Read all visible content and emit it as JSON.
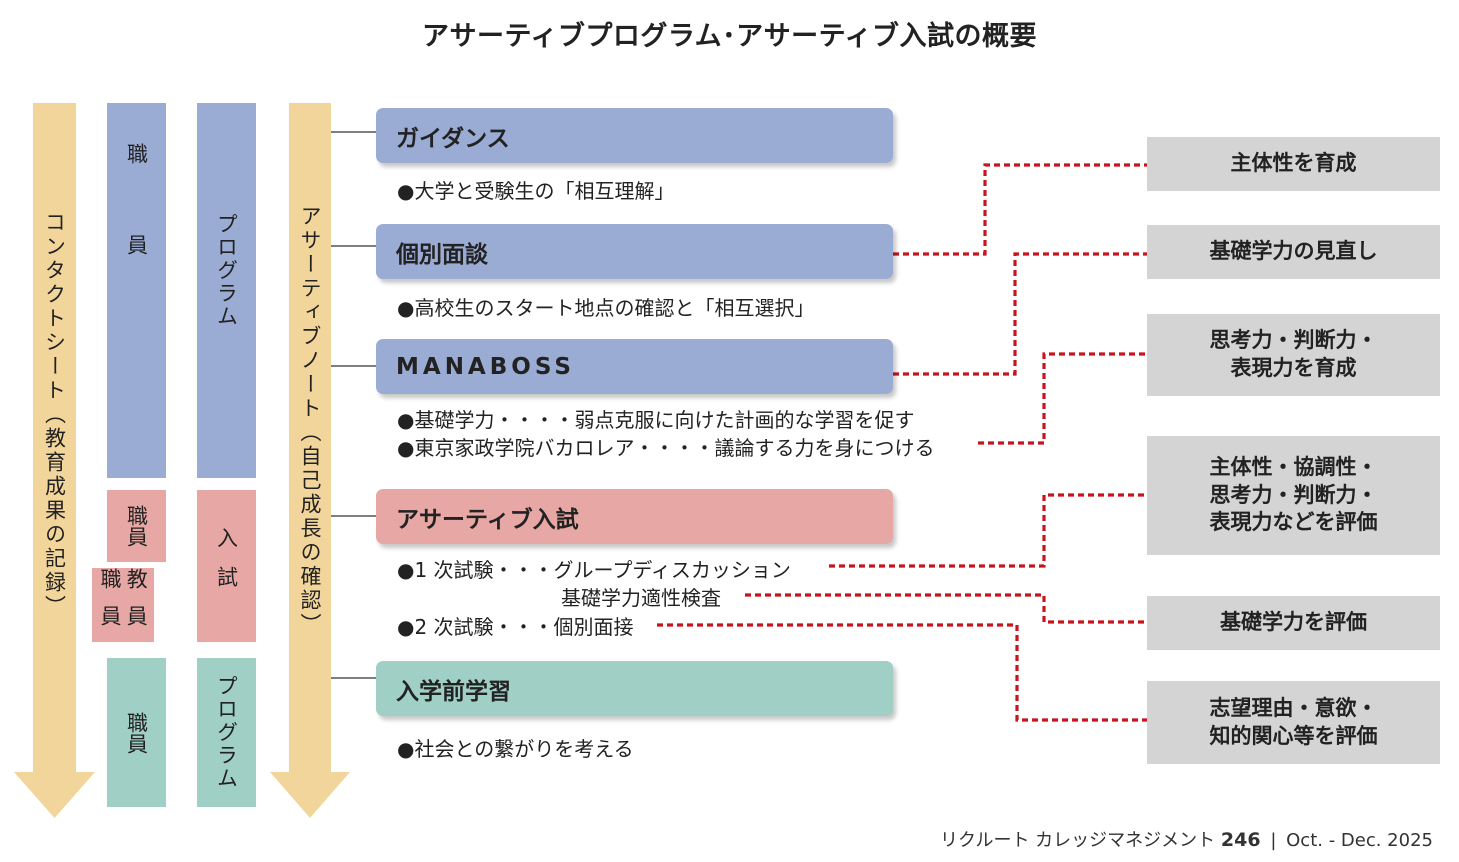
{
  "title": "アサーティブプログラム･アサーティブ入試の概要",
  "columns": {
    "contact_sheet": "コンタクトシート（教育成果の記録）",
    "assertive_note": "アサーティブノート（自己成長の確認）",
    "staff_top": "職員",
    "program_top": "プログラム",
    "staff_mid": "職員",
    "faculty_staff_label_1": "教職",
    "faculty_staff_label_2": "員員",
    "exam_label": "入試",
    "staff_bottom": "職員",
    "program_bottom": "プログラム"
  },
  "steps": [
    {
      "heading": "ガイダンス",
      "bullets": [
        "●大学と受験生の「相互理解」"
      ]
    },
    {
      "heading": "個別面談",
      "bullets": [
        "●高校生のスタート地点の確認と「相互選択」"
      ]
    },
    {
      "heading": "MANABOSS",
      "bullets": [
        "●基礎学力・・・・弱点克服に向けた計画的な学習を促す",
        "●東京家政学院バカロレア・・・・議論する力を身につける"
      ]
    },
    {
      "heading": "アサーティブ入試",
      "bullets": [
        "●1 次試験・・・グループディスカッション",
        "基礎学力適性検査",
        "●2 次試験・・・個別面接"
      ]
    },
    {
      "heading": "入学前学習",
      "bullets": [
        "●社会との繋がりを考える"
      ]
    }
  ],
  "results": [
    "主体性を育成",
    "基礎学力の見直し",
    "思考力・判断力・\n表現力を育成",
    "主体性・協調性・\n思考力・判断力・\n表現力などを評価",
    "基礎学力を評価",
    "志望理由・意欲・\n知的関心等を評価"
  ],
  "footer": {
    "publication": "リクルート カレッジマネジメント",
    "issue": "246",
    "separator": "|",
    "date": "Oct. - Dec. 2025"
  },
  "colors": {
    "yellow_arrow": "#f2d59a",
    "blue": "#9aabd4",
    "pink": "#e7a7a4",
    "teal": "#9fcfc5",
    "result_gray": "#d4d4d4",
    "dotted_red": "#c8141e"
  }
}
